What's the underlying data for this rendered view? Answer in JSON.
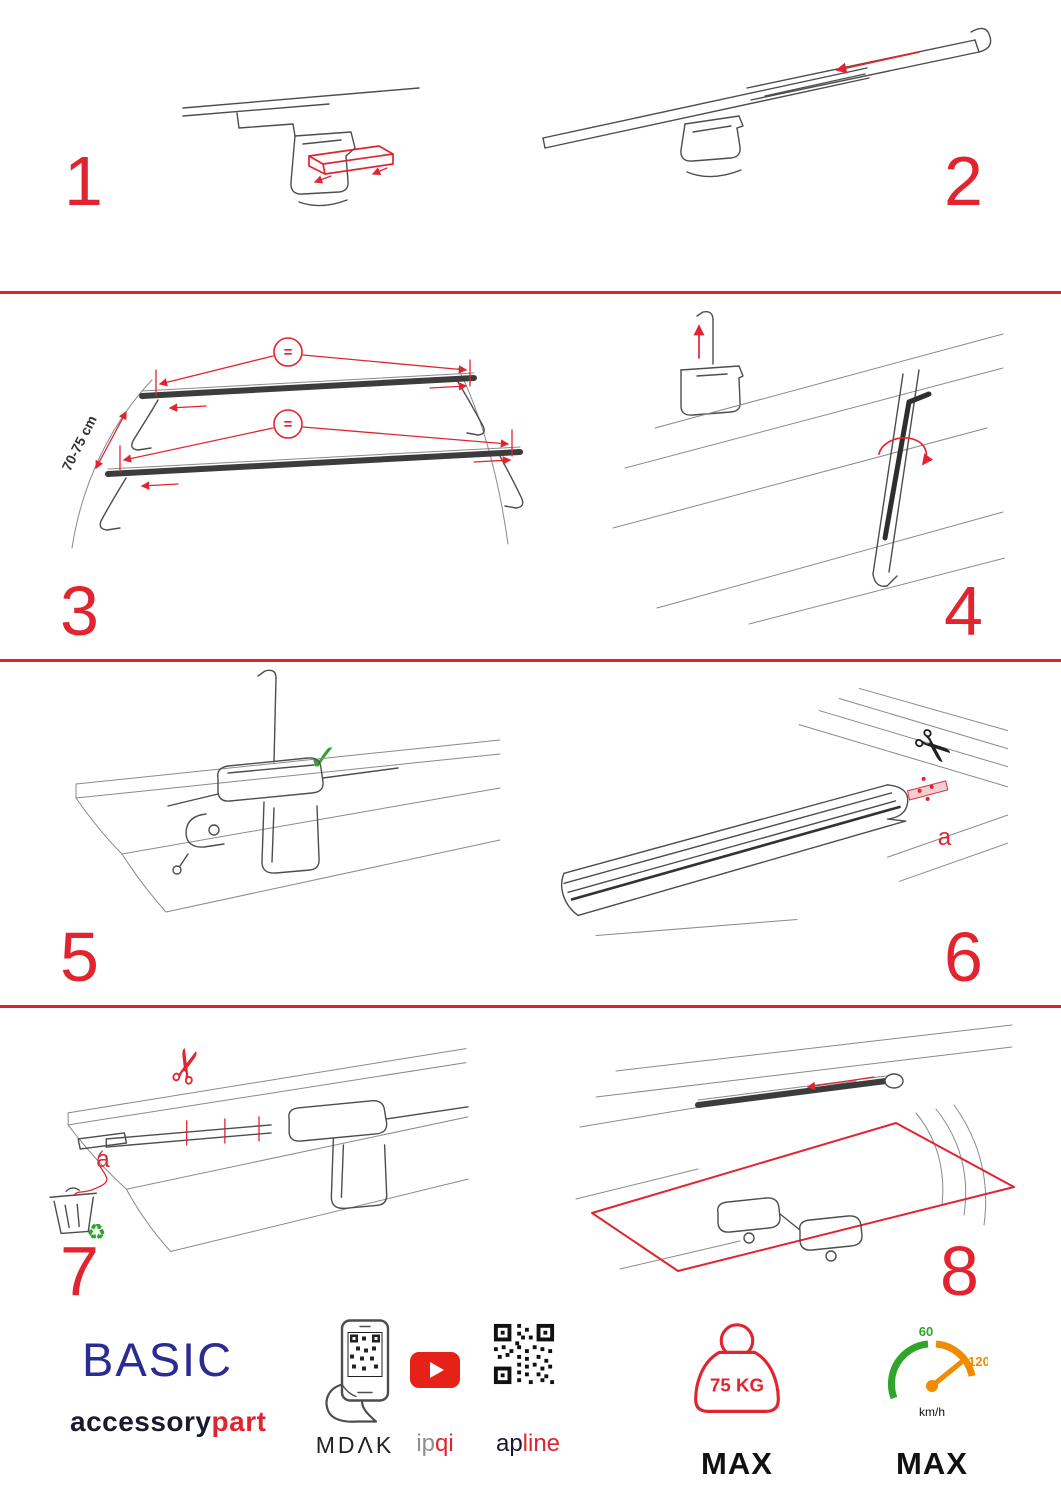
{
  "palette": {
    "red": "#e02531",
    "navy": "#2b2b92",
    "ink": "#4d4d4d",
    "green": "#2fa52c",
    "orange": "#f08c00",
    "youtube_red": "#e62117"
  },
  "icons": {
    "scissors": "✂",
    "check": "✓",
    "recycle": "♻"
  },
  "steps": [
    {
      "num": "1"
    },
    {
      "num": "2"
    },
    {
      "num": "3"
    },
    {
      "num": "4"
    },
    {
      "num": "5"
    },
    {
      "num": "6"
    },
    {
      "num": "7"
    },
    {
      "num": "8"
    }
  ],
  "step3": {
    "equal": "=",
    "measurement": "70-75 cm"
  },
  "step6": {
    "part_label": "a"
  },
  "step7": {
    "part_label": "a"
  },
  "footer": {
    "brand": "BASIC",
    "brand_line2_left": "accessory",
    "brand_line2_right": "part",
    "partner_mdak": "MDΛK",
    "partner_ipqi_left": "ip",
    "partner_ipqi_right": "qi",
    "partner_apline_left": "ap",
    "partner_apline_right": "line",
    "weight_limit": "75 KG",
    "weight_max_label": "MAX",
    "speed_tick_low": "60",
    "speed_tick_high": "120",
    "speed_unit": "km/h",
    "speed_max_label": "MAX"
  }
}
